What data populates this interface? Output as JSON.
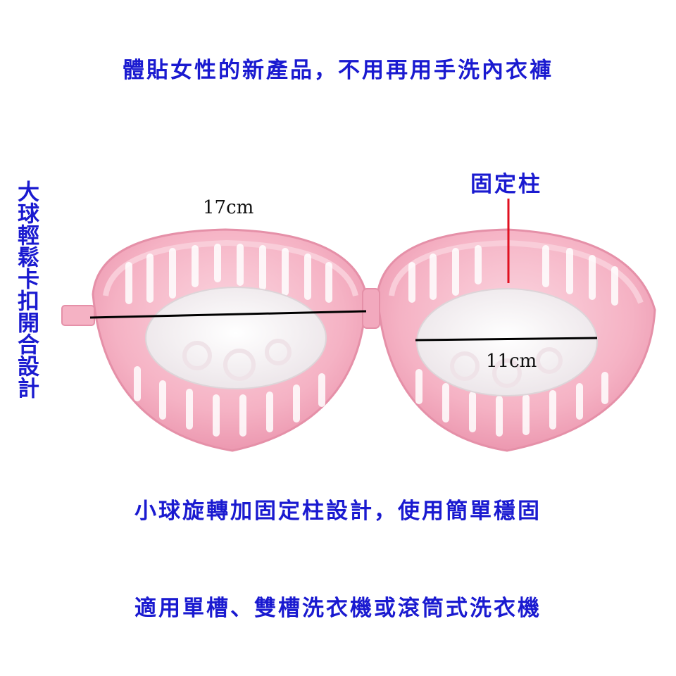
{
  "captions": {
    "top": "體貼女性的新產品，不用再用手洗內衣褲",
    "middle": "小球旋轉加固定柱設計，使用簡單穩固",
    "bottom": "適用單槽、雙槽洗衣機或滾筒式洗衣機"
  },
  "side_text": "大球輕鬆卡扣開合設計",
  "annotations": {
    "fixed_post": "固定柱",
    "large_diameter": "17cm",
    "small_diameter": "11cm"
  },
  "colors": {
    "text_blue": "#1a1ad0",
    "basket_pink": "#f6b8c8",
    "inner_white": "#f7f4f6",
    "pointer_red": "#e01020"
  }
}
